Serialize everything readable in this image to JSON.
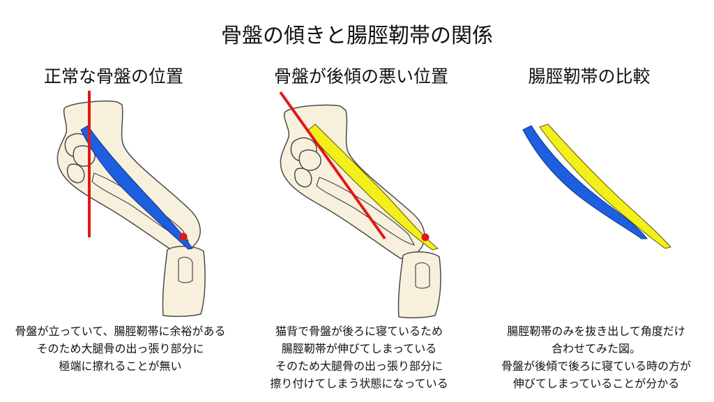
{
  "title": "骨盤の傾きと腸脛靭帯の関係",
  "panels": [
    {
      "heading": "正常な骨盤の位置",
      "caption": [
        "骨盤が立っていて、腸脛靭帯に余裕がある",
        "そのため大腿骨の出っ張り部分に",
        "極端に擦れることが無い"
      ]
    },
    {
      "heading": "骨盤が後傾の悪い位置",
      "caption": [
        "猫背で骨盤が後ろに寝ているため",
        "腸脛靭帯が伸びてしまっている",
        "そのため大腿骨の出っ張り部分に",
        "擦り付けてしまう状態になっている"
      ]
    },
    {
      "heading": "腸脛靭帯の比較",
      "caption": [
        "腸脛靭帯のみを抜き出して角度だけ",
        "合わせてみた図。",
        "骨盤が後傾で後ろに寝ている時の方が",
        "伸びてしまっていることが分かる"
      ]
    }
  ],
  "colors": {
    "bone": "#f7f0dc",
    "outline": "#4a4a4a",
    "normal_band": "#1e5fe0",
    "stretched_band": "#f2ef1a",
    "pelvis_line": "#e01818"
  }
}
